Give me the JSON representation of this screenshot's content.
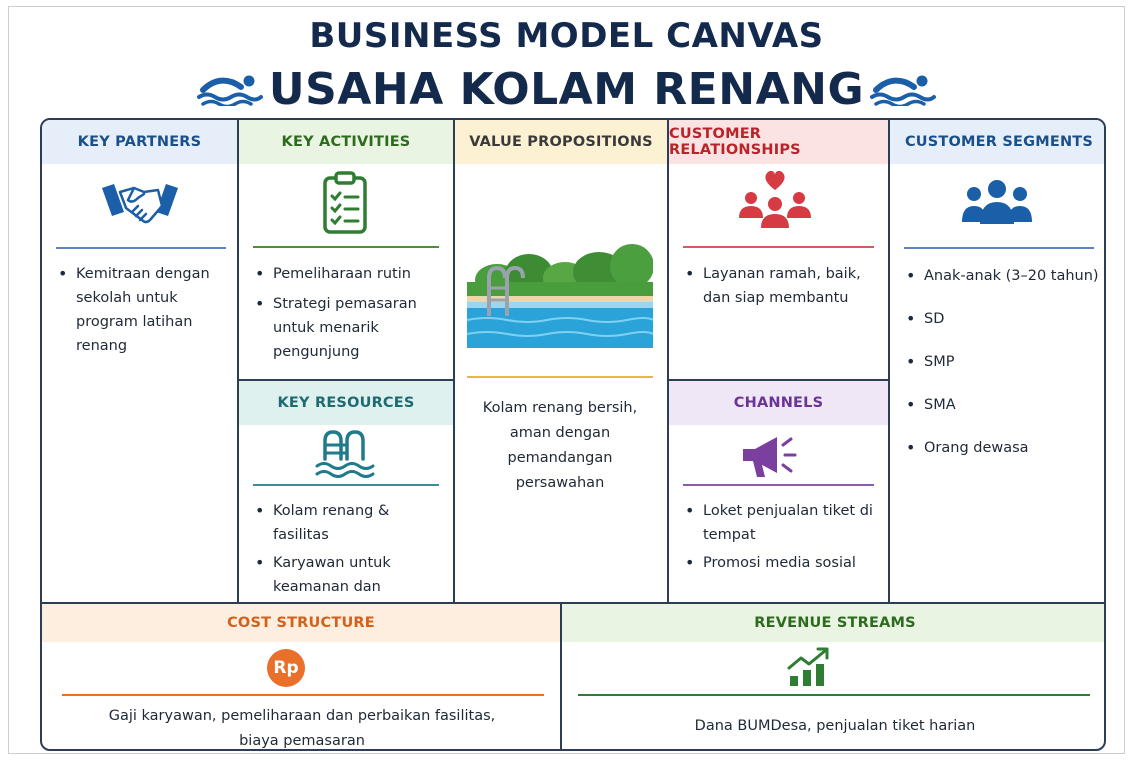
{
  "title": {
    "line1": "BUSINESS MODEL CANVAS",
    "line2": "USAHA KOLAM RENANG"
  },
  "colors": {
    "navy": "#142a4d",
    "blue": "#1a4f8a",
    "green": "#2e7d32",
    "orange": "#e8702a",
    "red": "#c62828",
    "purple": "#7b3fa0",
    "teal": "#1f7a8c"
  },
  "key_partners": {
    "header": "KEY PARTNERS",
    "icon": "handshake-icon",
    "items": [
      "Kemitraan dengan sekolah untuk program latihan renang"
    ]
  },
  "key_activities": {
    "header": "KEY ACTIVITIES",
    "icon": "clipboard-checklist-icon",
    "items": [
      "Pemeliharaan rutin",
      "Strategi pemasaran untuk menarik pengunjung"
    ]
  },
  "key_resources": {
    "header": "KEY RESOURCES",
    "icon": "pool-ladder-icon",
    "items": [
      "Kolam renang & fasilitas",
      "Karyawan untuk keamanan dan kebersihan"
    ]
  },
  "value_propositions": {
    "header": "VALUE PROPOSITIONS",
    "icon": "swimming-pool-illustration",
    "text": "Kolam renang bersih, aman dengan pemandangan persawahan"
  },
  "customer_relationships": {
    "header": "CUSTOMER RELATIONSHIPS",
    "icon": "people-heart-icon",
    "items": [
      "Layanan ramah, baik, dan siap membantu"
    ]
  },
  "channels": {
    "header": "CHANNELS",
    "icon": "megaphone-icon",
    "items": [
      "Loket penjualan tiket di tempat",
      "Promosi media sosial"
    ]
  },
  "customer_segments": {
    "header": "CUSTOMER SEGMENTS",
    "icon": "group-icon",
    "items": [
      "Anak-anak (3–20 tahun)",
      "SD",
      "SMP",
      "SMA",
      "Orang dewasa"
    ]
  },
  "cost_structure": {
    "header": "COST STRUCTURE",
    "icon": "rupiah-coin-icon",
    "icon_text": "Rp",
    "text": "Gaji karyawan, pemeliharaan dan perbaikan fasilitas, biaya pemasaran"
  },
  "revenue_streams": {
    "header": "REVENUE STREAMS",
    "icon": "growth-chart-icon",
    "text": "Dana BUMDesa, penjualan tiket harian"
  }
}
